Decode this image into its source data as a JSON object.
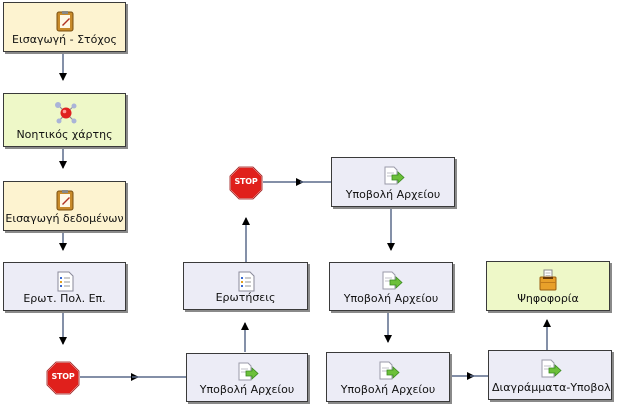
{
  "nodes": {
    "intro_goal": {
      "label": "Εισαγωγή - Στόχος",
      "icon": "notepad-icon"
    },
    "mind_map": {
      "label": "Νοητικός χάρτης",
      "icon": "molecule-icon"
    },
    "data_entry": {
      "label": "Εισαγωγή δεδομένων",
      "icon": "notepad-icon"
    },
    "quiz_multi": {
      "label": "Ερωτ. Πολ. Επ.",
      "icon": "checklist-icon"
    },
    "upload_1": {
      "label": "Υποβολή Αρχείου",
      "icon": "file-upload-icon"
    },
    "questions": {
      "label": "Ερωτήσεις",
      "icon": "checklist-icon"
    },
    "upload_2": {
      "label": "Υποβολή Αρχείου",
      "icon": "file-upload-icon"
    },
    "upload_3": {
      "label": "Υποβολή Αρχείου",
      "icon": "file-upload-icon"
    },
    "upload_4": {
      "label": "Υποβολή Αρχείου",
      "icon": "file-upload-icon"
    },
    "diagrams": {
      "label": "Διαγράμματα-Υποβολή",
      "icon": "file-upload-icon"
    },
    "voting": {
      "label": "Ψηφοφορία",
      "icon": "ballot-box-icon"
    }
  },
  "stops": {
    "stop_1": {
      "label": "STOP"
    },
    "stop_2": {
      "label": "STOP"
    }
  },
  "colors": {
    "yellow_node": "#fdf3d0",
    "green_node": "#eef8c8",
    "lavender_node": "#ececf6",
    "stop_red": "#e0201c",
    "connector": "#5a6a8a"
  }
}
